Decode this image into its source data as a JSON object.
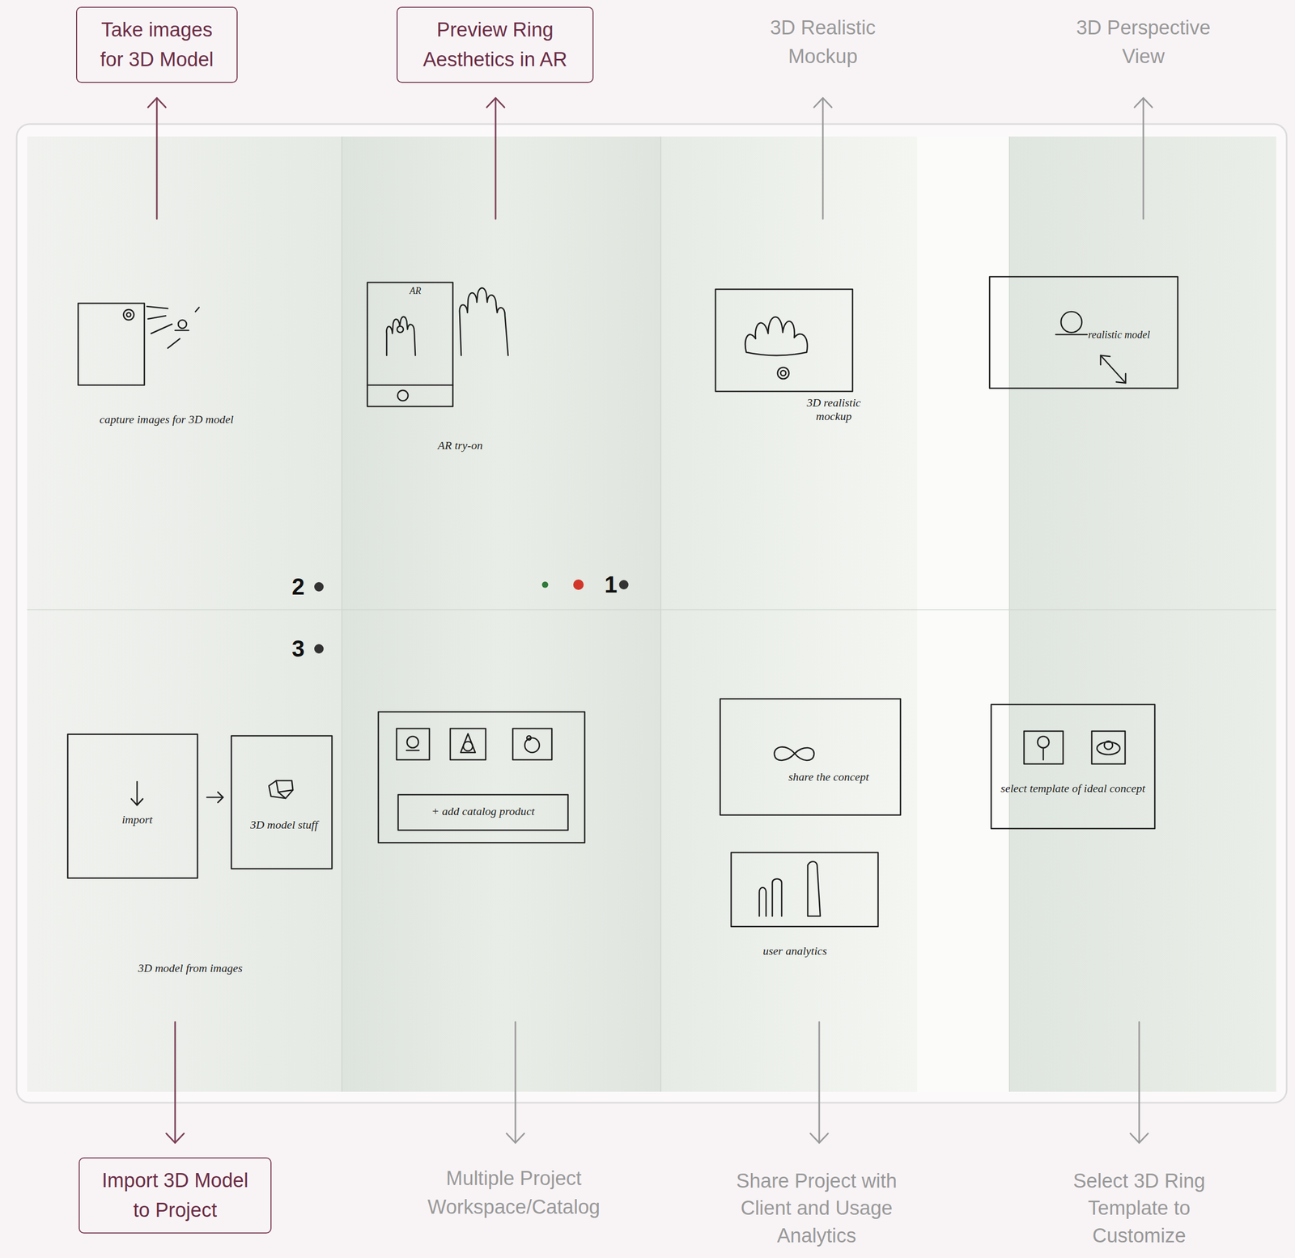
{
  "diagram": {
    "nodes": [
      {
        "text": [
          "Take images for 3D Model"
        ]
      },
      {
        "text": [
          "Preview Ring Aesthetics in AR"
        ]
      },
      {
        "text": [
          "Import 3D Model to Project"
        ]
      }
    ],
    "labels": [
      "3D Realistic Mockup",
      "3D Perspective View",
      "capture images for 3D model",
      "AR",
      "AR try-on",
      "3D realistic mockup",
      "realistic model",
      "2",
      "1",
      "3",
      "import",
      "3D model stuff",
      "+ add catalog product",
      "share the concept",
      "select template of ideal concept",
      "user analytics",
      "3D model from images",
      "Multiple Project Workspace/Catalog",
      "Share Project with Client and Usage Analytics",
      "Select 3D Ring Template to Customize"
    ]
  }
}
